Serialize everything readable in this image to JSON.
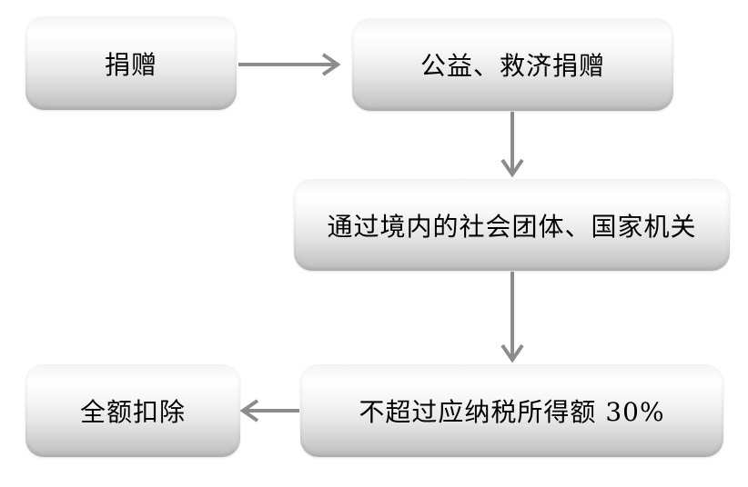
{
  "diagram": {
    "type": "flowchart",
    "nodes": [
      {
        "id": "donation",
        "label": "捐赠"
      },
      {
        "id": "public_welfare",
        "label": "公益、救济捐赠"
      },
      {
        "id": "channel",
        "label": "通过境内的社会团体、国家机关"
      },
      {
        "id": "limit",
        "label": "不超过应纳税所得额 30%"
      },
      {
        "id": "full_deduction",
        "label": "全额扣除"
      }
    ],
    "edges": [
      {
        "from": "donation",
        "to": "public_welfare"
      },
      {
        "from": "public_welfare",
        "to": "channel"
      },
      {
        "from": "channel",
        "to": "limit"
      },
      {
        "from": "limit",
        "to": "full_deduction"
      }
    ],
    "colors": {
      "connector": "#8c8c8c",
      "text": "#000000"
    }
  }
}
